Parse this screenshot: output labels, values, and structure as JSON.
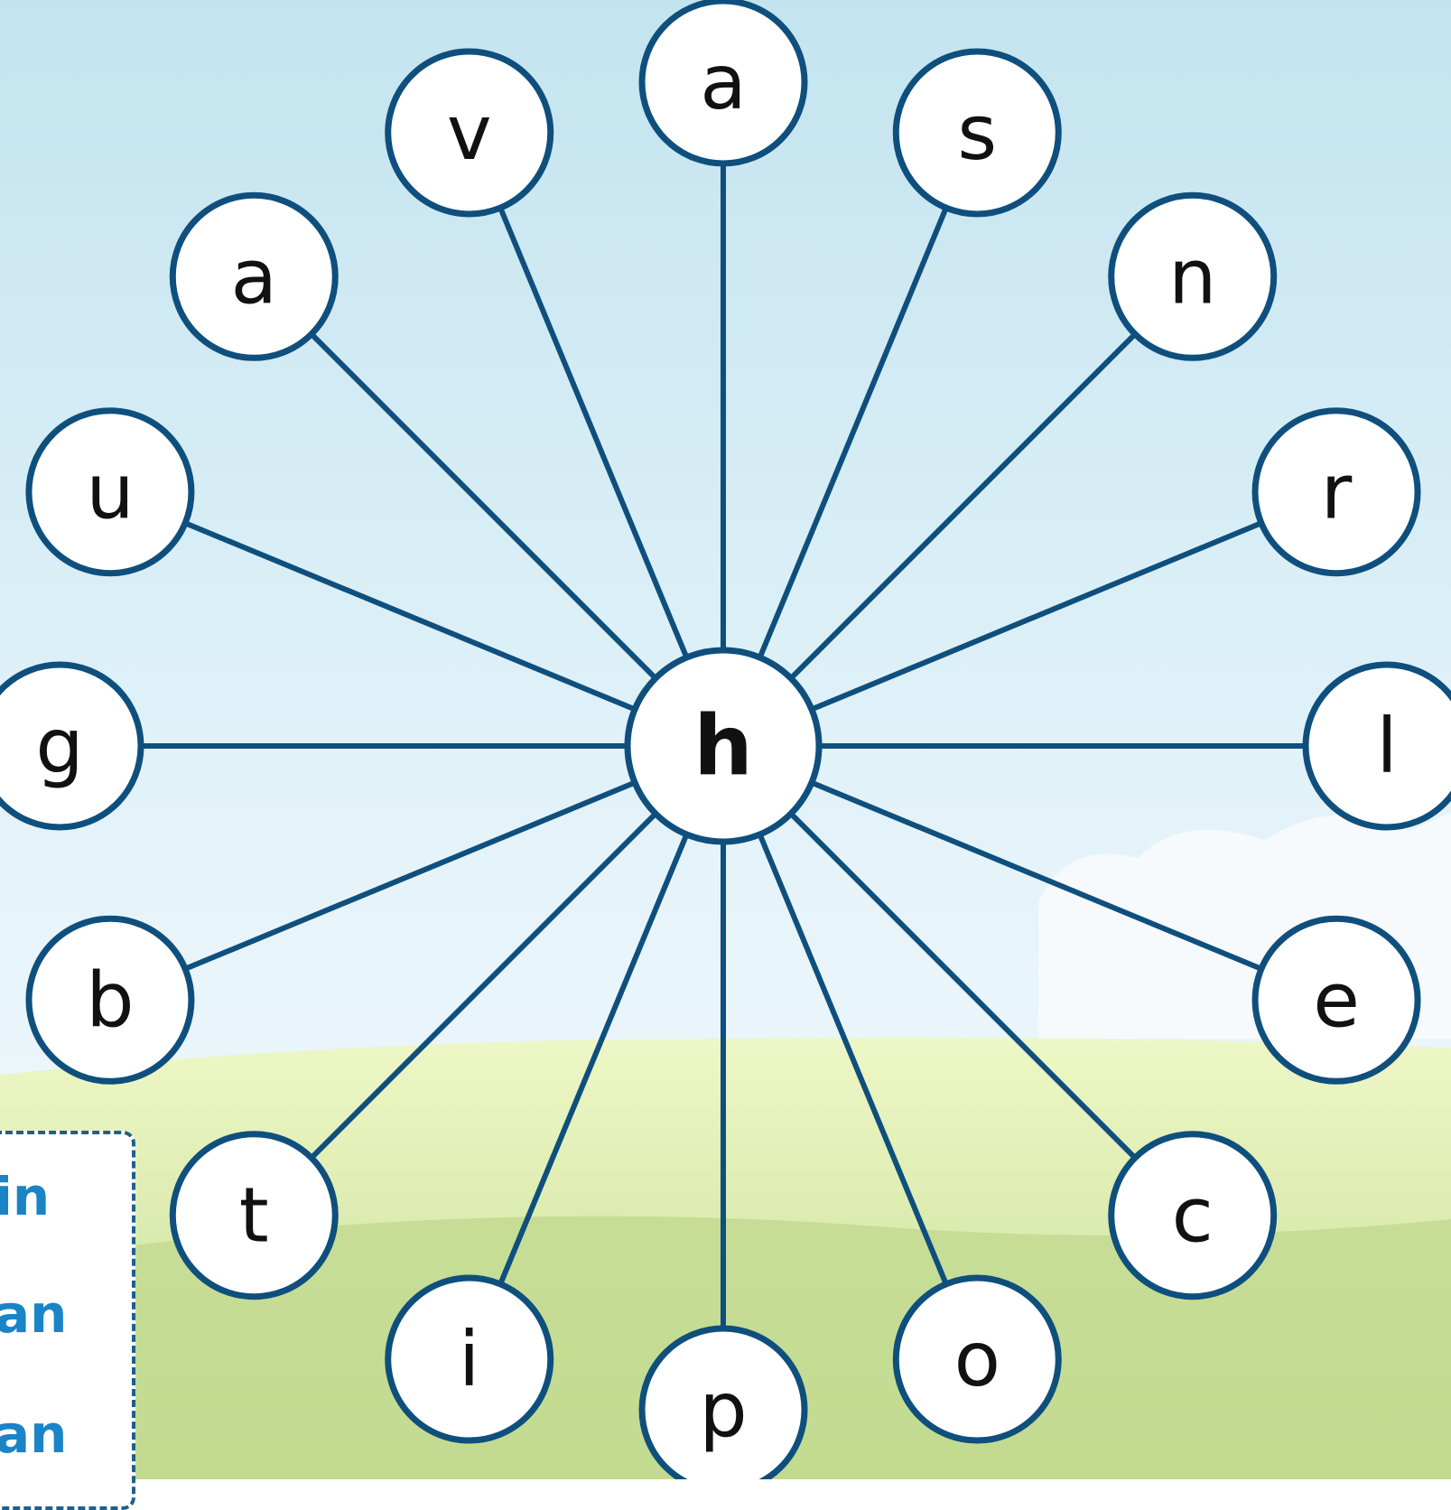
{
  "hub": {
    "letter": "h"
  },
  "spokes": [
    {
      "letter": "a",
      "angle": 0
    },
    {
      "letter": "s",
      "angle": 22.5
    },
    {
      "letter": "n",
      "angle": 45
    },
    {
      "letter": "r",
      "angle": 67.5
    },
    {
      "letter": "l",
      "angle": 90
    },
    {
      "letter": "e",
      "angle": 112.5
    },
    {
      "letter": "c",
      "angle": 135
    },
    {
      "letter": "o",
      "angle": 157.5
    },
    {
      "letter": "p",
      "angle": 180
    },
    {
      "letter": "i",
      "angle": 202.5
    },
    {
      "letter": "t",
      "angle": 225
    },
    {
      "letter": "b",
      "angle": 247.5
    },
    {
      "letter": "g",
      "angle": 270
    },
    {
      "letter": "u",
      "angle": 292.5
    },
    {
      "letter": "a",
      "angle": 315
    },
    {
      "letter": "v",
      "angle": 337.5
    }
  ],
  "word_list": [
    "in",
    "an",
    "an"
  ],
  "colors": {
    "line": "#0f4f7d",
    "circle_fill": "#ffffff",
    "sky_top": "#c3e4ef",
    "sky_bottom": "#eaf6fb",
    "grass_light": "#e4f2b5",
    "grass_dark": "#bfd98c",
    "word_text": "#1a84c7"
  }
}
